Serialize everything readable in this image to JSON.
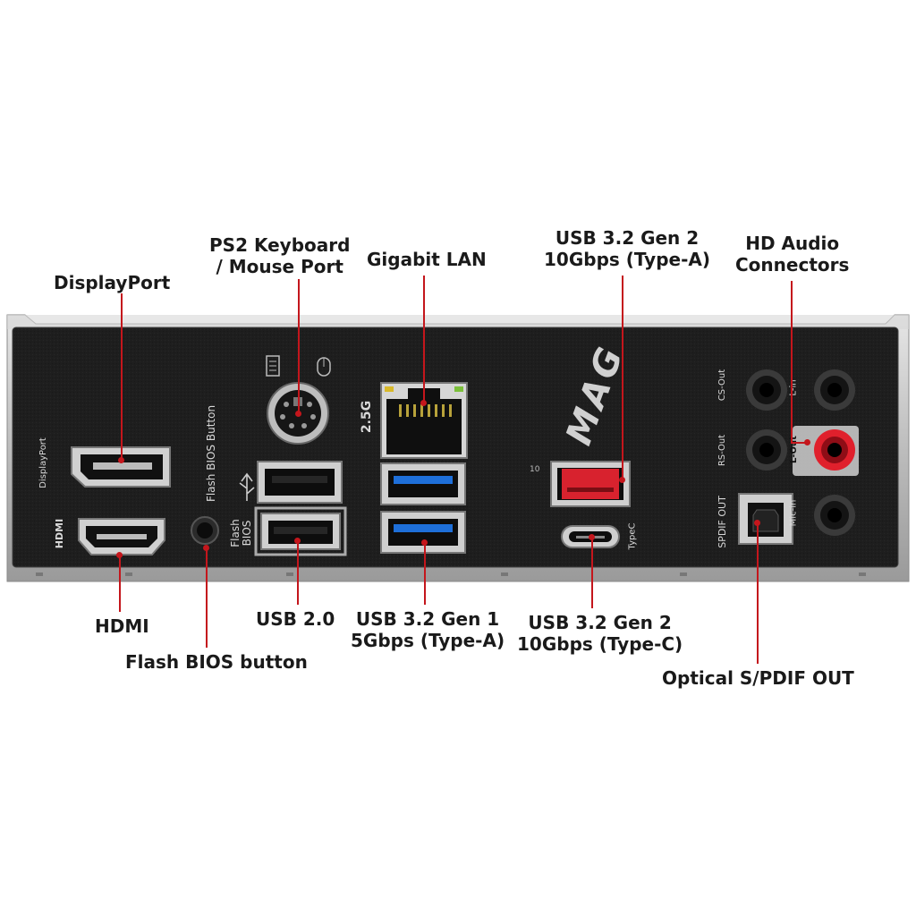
{
  "callouts": {
    "displayport": "DisplayPort",
    "ps2": "PS2 Keyboard\n/ Mouse Port",
    "ps2_line1": "PS2 Keyboard",
    "ps2_line2": "/ Mouse Port",
    "lan": "Gigabit LAN",
    "usb_gen2_a_line1": "USB 3.2 Gen 2",
    "usb_gen2_a_line2": "10Gbps (Type-A)",
    "hd_audio_line1": "HD Audio",
    "hd_audio_line2": "Connectors",
    "hdmi": "HDMI",
    "flash_bios_button": "Flash BIOS button",
    "usb20": "USB 2.0",
    "usb_gen1_line1": "USB 3.2 Gen 1",
    "usb_gen1_line2": "5Gbps (Type-A)",
    "usb_gen2_c_line1": "USB 3.2 Gen 2",
    "usb_gen2_c_line2": "10Gbps (Type-C)",
    "optical": "Optical S/PDIF OUT"
  },
  "silkscreen": {
    "displayport": "DisplayPort",
    "hdmi_logo": "HDMI",
    "flash_bios_button": "Flash BIOS Button",
    "flash_bios": "Flash BIOS",
    "lan_speed": "2.5G",
    "brand": "MAG",
    "usb_ss_10": "10",
    "typec": "TypeC",
    "cs_out": "CS-Out",
    "rs_out": "RS-Out",
    "l_in": "L-in",
    "l_out": "L-Out",
    "mic_in": "Mic-in",
    "spdif_out": "SPDIF OUT"
  },
  "colors": {
    "leader": "#c4161c",
    "panel": "#1c1c1c",
    "shield": "#c9c9c9",
    "usb30_blue": "#1e6fd9",
    "usb_gen2_red": "#d8222e",
    "lineout_red": "#e0202c"
  }
}
